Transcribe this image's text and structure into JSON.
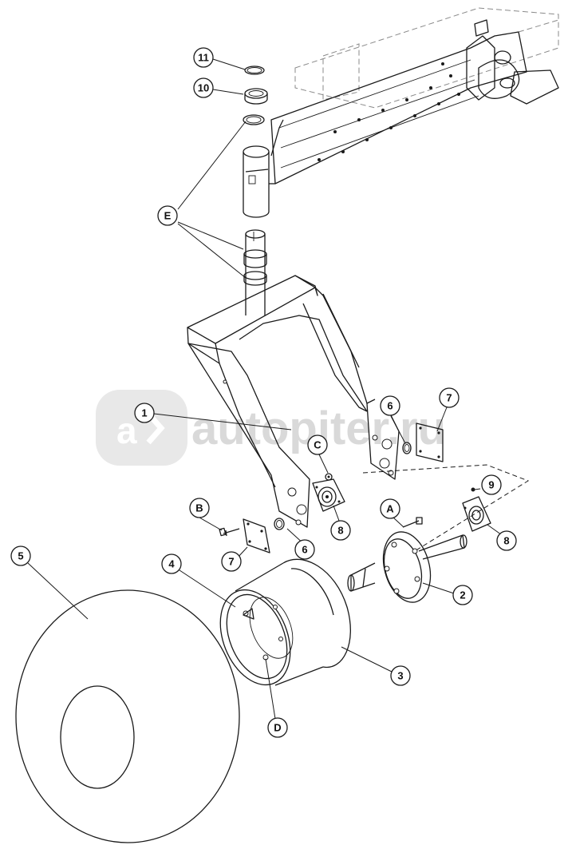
{
  "watermark": {
    "text": "autopiter.ru"
  },
  "callouts": [
    {
      "id": "c-11",
      "label": "11"
    },
    {
      "id": "c-10",
      "label": "10"
    },
    {
      "id": "c-E",
      "label": "E"
    },
    {
      "id": "c-1",
      "label": "1"
    },
    {
      "id": "c-6a",
      "label": "6"
    },
    {
      "id": "c-7a",
      "label": "7"
    },
    {
      "id": "c-C",
      "label": "C"
    },
    {
      "id": "c-9",
      "label": "9"
    },
    {
      "id": "c-B",
      "label": "B"
    },
    {
      "id": "c-8a",
      "label": "8"
    },
    {
      "id": "c-A",
      "label": "A"
    },
    {
      "id": "c-8b",
      "label": "8"
    },
    {
      "id": "c-7b",
      "label": "7"
    },
    {
      "id": "c-6b",
      "label": "6"
    },
    {
      "id": "c-5",
      "label": "5"
    },
    {
      "id": "c-4",
      "label": "4"
    },
    {
      "id": "c-2",
      "label": "2"
    },
    {
      "id": "c-3",
      "label": "3"
    },
    {
      "id": "c-D",
      "label": "D"
    }
  ]
}
